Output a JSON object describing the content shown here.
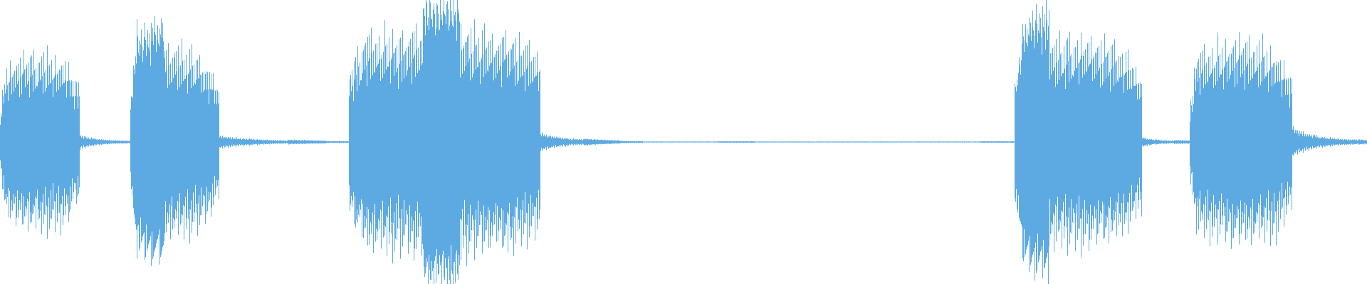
{
  "waveform": {
    "color": "#5DAAE2",
    "background": "#FFFFFF",
    "segments": [
      {
        "name": "burst-1",
        "start": 0.0,
        "end": 0.058,
        "peak": 0.66,
        "floor": 0.22,
        "seed": 11
      },
      {
        "name": "tail-1",
        "start": 0.058,
        "end": 0.095,
        "peak": 0.06,
        "floor": 0.01,
        "seed": 12
      },
      {
        "name": "burst-2",
        "start": 0.095,
        "end": 0.16,
        "peak": 0.7,
        "floor": 0.18,
        "seed": 21
      },
      {
        "name": "tail-2",
        "start": 0.16,
        "end": 0.255,
        "peak": 0.05,
        "floor": 0.006,
        "seed": 22
      },
      {
        "name": "burst-3",
        "start": 0.255,
        "end": 0.395,
        "peak": 0.84,
        "floor": 0.55,
        "seed": 31
      },
      {
        "name": "tail-3",
        "start": 0.395,
        "end": 0.47,
        "peak": 0.07,
        "floor": 0.005,
        "seed": 32
      },
      {
        "name": "silence",
        "start": 0.47,
        "end": 0.742,
        "peak": 0.004,
        "floor": 0.0,
        "seed": 41
      },
      {
        "name": "burst-4",
        "start": 0.742,
        "end": 0.835,
        "peak": 0.78,
        "floor": 0.28,
        "seed": 51
      },
      {
        "name": "tail-4",
        "start": 0.835,
        "end": 0.87,
        "peak": 0.04,
        "floor": 0.008,
        "seed": 52
      },
      {
        "name": "burst-5",
        "start": 0.87,
        "end": 0.945,
        "peak": 0.76,
        "floor": 0.25,
        "seed": 61
      },
      {
        "name": "tail-5",
        "start": 0.945,
        "end": 1.0,
        "peak": 0.12,
        "floor": 0.015,
        "seed": 62
      }
    ]
  }
}
